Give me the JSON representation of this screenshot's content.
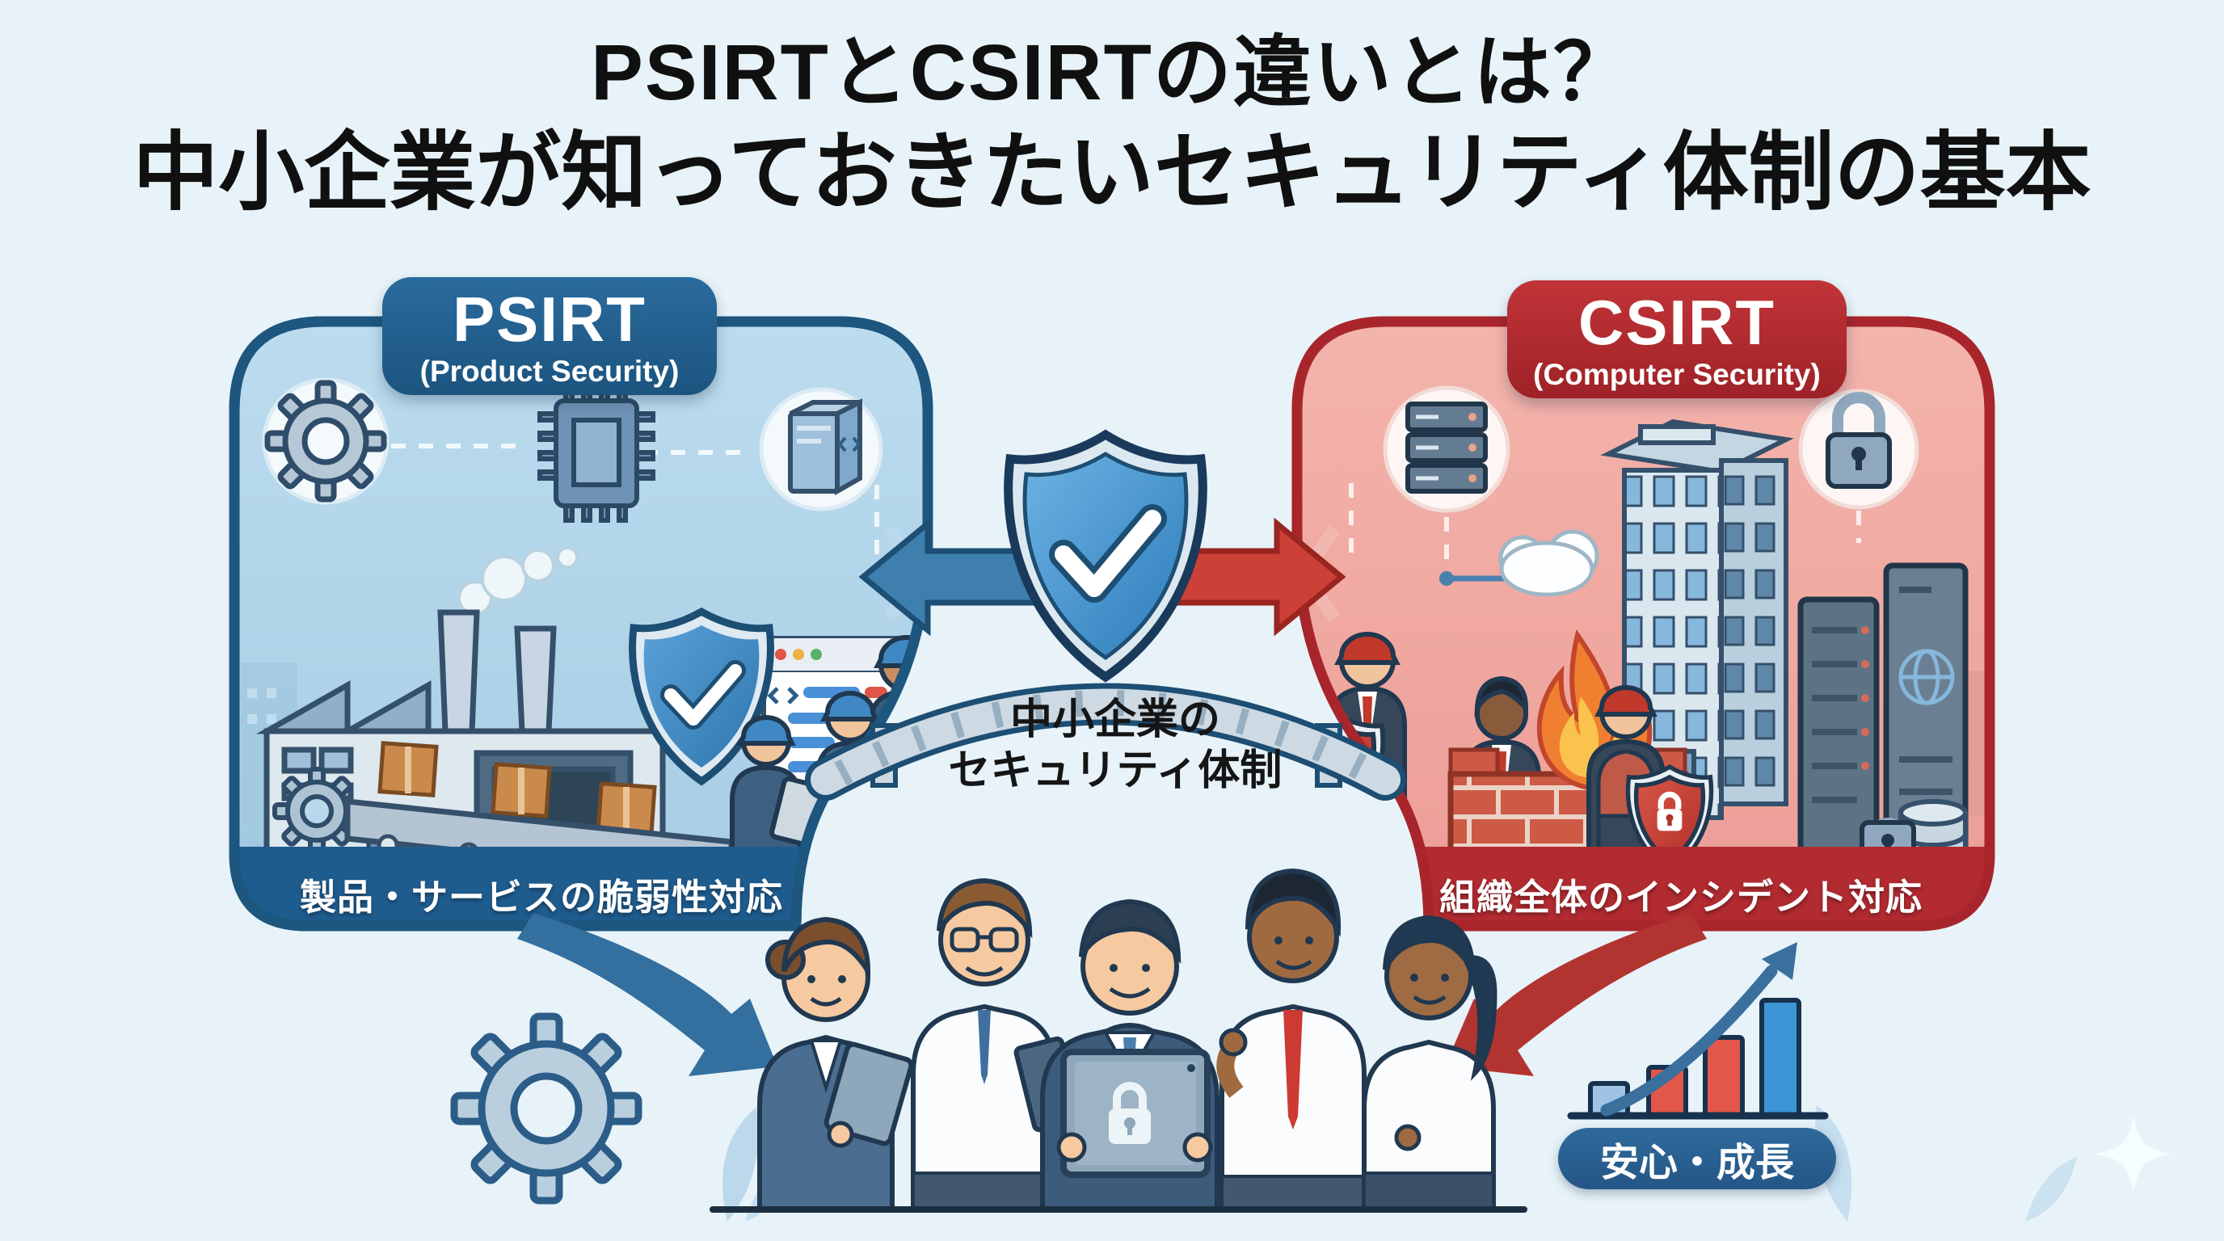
{
  "title": {
    "line1": "PSIRTとCSIRTの違いとは？",
    "line2": "中小企業が知っておきたいセキュリティ体制の基本"
  },
  "left_panel": {
    "name": "PSIRT",
    "subtitle": "(Product Security)",
    "caption": "製品・サービスの脆弱性対応",
    "accent_color": "#1f5c8e",
    "fill_color": "#b3d4ea",
    "icon_names": [
      "gear-icon",
      "chip-icon",
      "software-box-icon",
      "factory-icon",
      "smoke-icon",
      "conveyor-boxes-icon",
      "shield-check-icon",
      "code-window-icon",
      "worker-hardhat-shield-icon"
    ]
  },
  "right_panel": {
    "name": "CSIRT",
    "subtitle": "(Computer Security)",
    "caption": "組織全体のインシデント対応",
    "accent_color": "#b12b30",
    "fill_color": "#f2aca5",
    "icon_names": [
      "server-rack-icon",
      "cloud-icon",
      "office-building-icon",
      "padlock-icon",
      "firewall-brick-wall-icon",
      "fire-icon",
      "server-tower-icon",
      "globe-icon",
      "database-icon",
      "worker-hardhat-red-shield-icon"
    ]
  },
  "center": {
    "label_line1": "中小企業の",
    "label_line2": "セキュリティ体制",
    "icon_names": [
      "shield-check-icon",
      "left-arrow-icon",
      "right-arrow-icon",
      "bridge-icon"
    ]
  },
  "bottom": {
    "badge_label": "安心・成長",
    "icon_names": [
      "gear-icon",
      "team-people-icon",
      "tablet-lock-icon",
      "growth-bars-icon",
      "rising-arrow-icon",
      "leaf-icon",
      "sparkle-icon"
    ]
  },
  "growth_chart": {
    "type": "bar",
    "bars": [
      {
        "height": 40,
        "color": "#9fc3e2"
      },
      {
        "height": 60,
        "color": "#e2574a"
      },
      {
        "height": 97,
        "color": "#e2574a"
      },
      {
        "height": 143,
        "color": "#3c95d4"
      }
    ],
    "baseline_color": "#17324c",
    "arrow_color": "#3a6f9e"
  },
  "colors": {
    "background": "#e7f3f8",
    "title_text": "#101010",
    "psirt_blue": "#1f5c8e",
    "csirt_red": "#b12b30",
    "shield_blue": "#2f7cb8",
    "badge_blue": "#2f6a9c"
  }
}
